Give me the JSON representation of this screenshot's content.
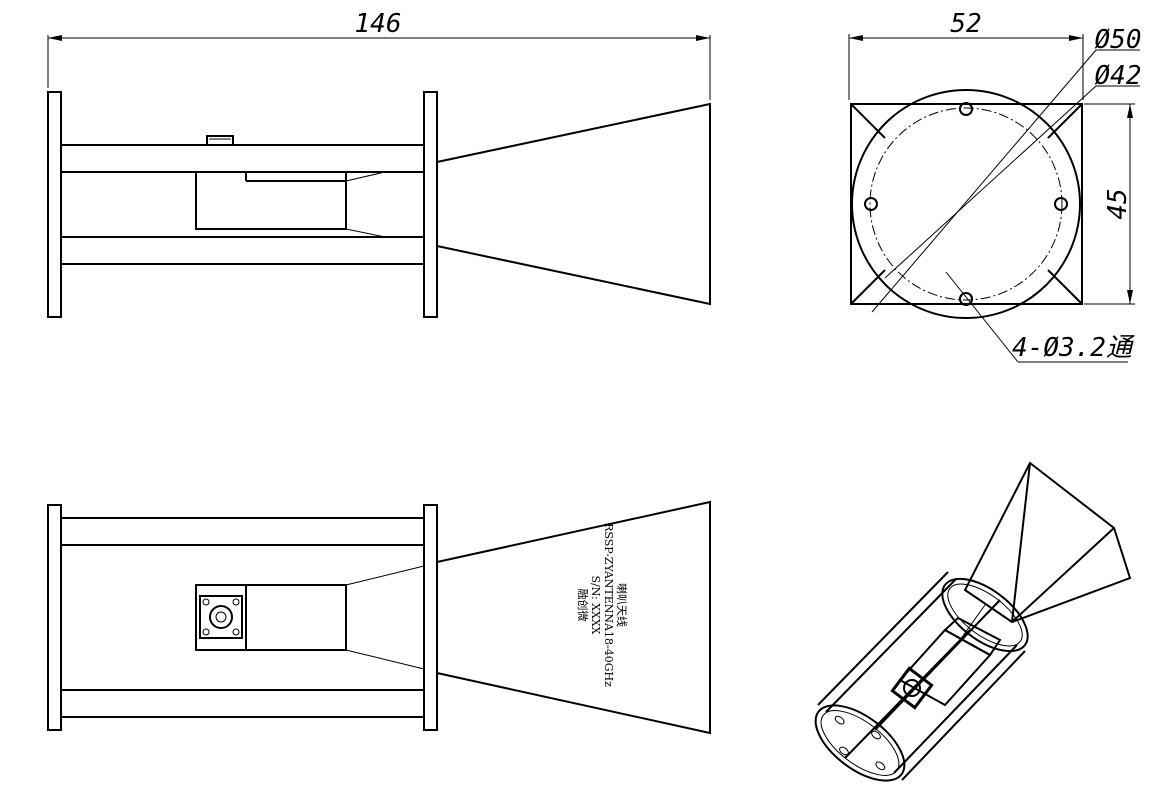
{
  "dimensions": {
    "length": "146",
    "width": "52",
    "height": "45",
    "outer_diameter": "Ø50",
    "bolt_circle_diameter": "Ø42",
    "holes": "4-Ø3.2通"
  },
  "nameplate": {
    "line1": "喇叭天线",
    "line2": "RSSP-ZYANTENNA18-40GHz",
    "line3": "S/N: XXXX",
    "line4": "融创微"
  }
}
